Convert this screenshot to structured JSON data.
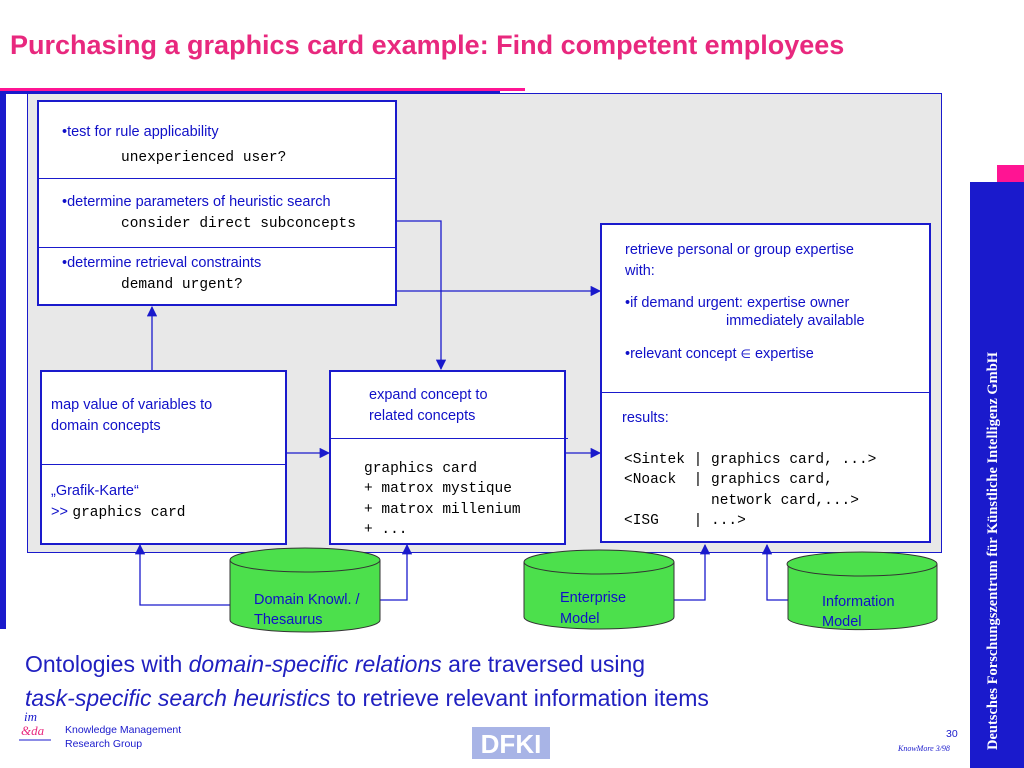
{
  "slide": {
    "title": "Purchasing a graphics card example: Find competent employees",
    "page_number": "30",
    "date_tag": "KnowMore 3/98",
    "group": {
      "line1": "Knowledge Management",
      "line2": "Research Group"
    },
    "logo_imda": "im & da",
    "logo_dfki": "DFKI",
    "vertical_org": "Deutsches Forschungszentrum für Künstliche Intelligenz GmbH"
  },
  "rule_box": {
    "s1_bullet": "•test for rule applicability",
    "s1_code": "unexperienced user?",
    "s2_bullet": "•determine parameters of heuristic search",
    "s2_code": "consider direct subconcepts",
    "s3_bullet": "•determine retrieval constraints",
    "s3_code": "demand urgent?"
  },
  "map_box": {
    "line1": "map value of variables to",
    "line2": "domain concepts",
    "input": "„Grafik-Karte“",
    "arrow": ">>",
    "output": "graphics card"
  },
  "expand_box": {
    "line1": "expand concept to",
    "line2": "related concepts",
    "code": [
      "graphics card",
      "+ matrox mystique",
      "+ matrox millenium",
      "+ ..."
    ]
  },
  "retrieve_box": {
    "line1": "retrieve personal or group expertise",
    "line2": "with:",
    "b1_line1": "•if demand urgent: expertise owner",
    "b1_line2": "immediately available",
    "b2_pre": "•relevant concept ",
    "b2_sym": "∈",
    "b2_post": " expertise",
    "results_label": "results:",
    "results": [
      "<Sintek | graphics card, ...>",
      "<Noack  | graphics card,",
      "          network card,...>",
      "<ISG    | ...>"
    ]
  },
  "cylinders": [
    {
      "line1": "Domain Knowl. /",
      "line2": "Thesaurus"
    },
    {
      "line1": "Enterprise",
      "line2": "Model"
    },
    {
      "line1": "Information",
      "line2": "Model"
    }
  ],
  "caption": {
    "l1_a": "Ontologies with ",
    "l1_b": "domain-specific relations",
    "l1_c": " are traversed using",
    "l2_a": "task-specific search heuristics",
    "l2_b": " to retrieve relevant information items"
  },
  "colors": {
    "title": "#e8287e",
    "accent_blue": "#1a1acc",
    "panel_gray": "#e8e8e8",
    "cylinder_green": "#4ce04c",
    "magenta_bar": "#ff1493"
  }
}
